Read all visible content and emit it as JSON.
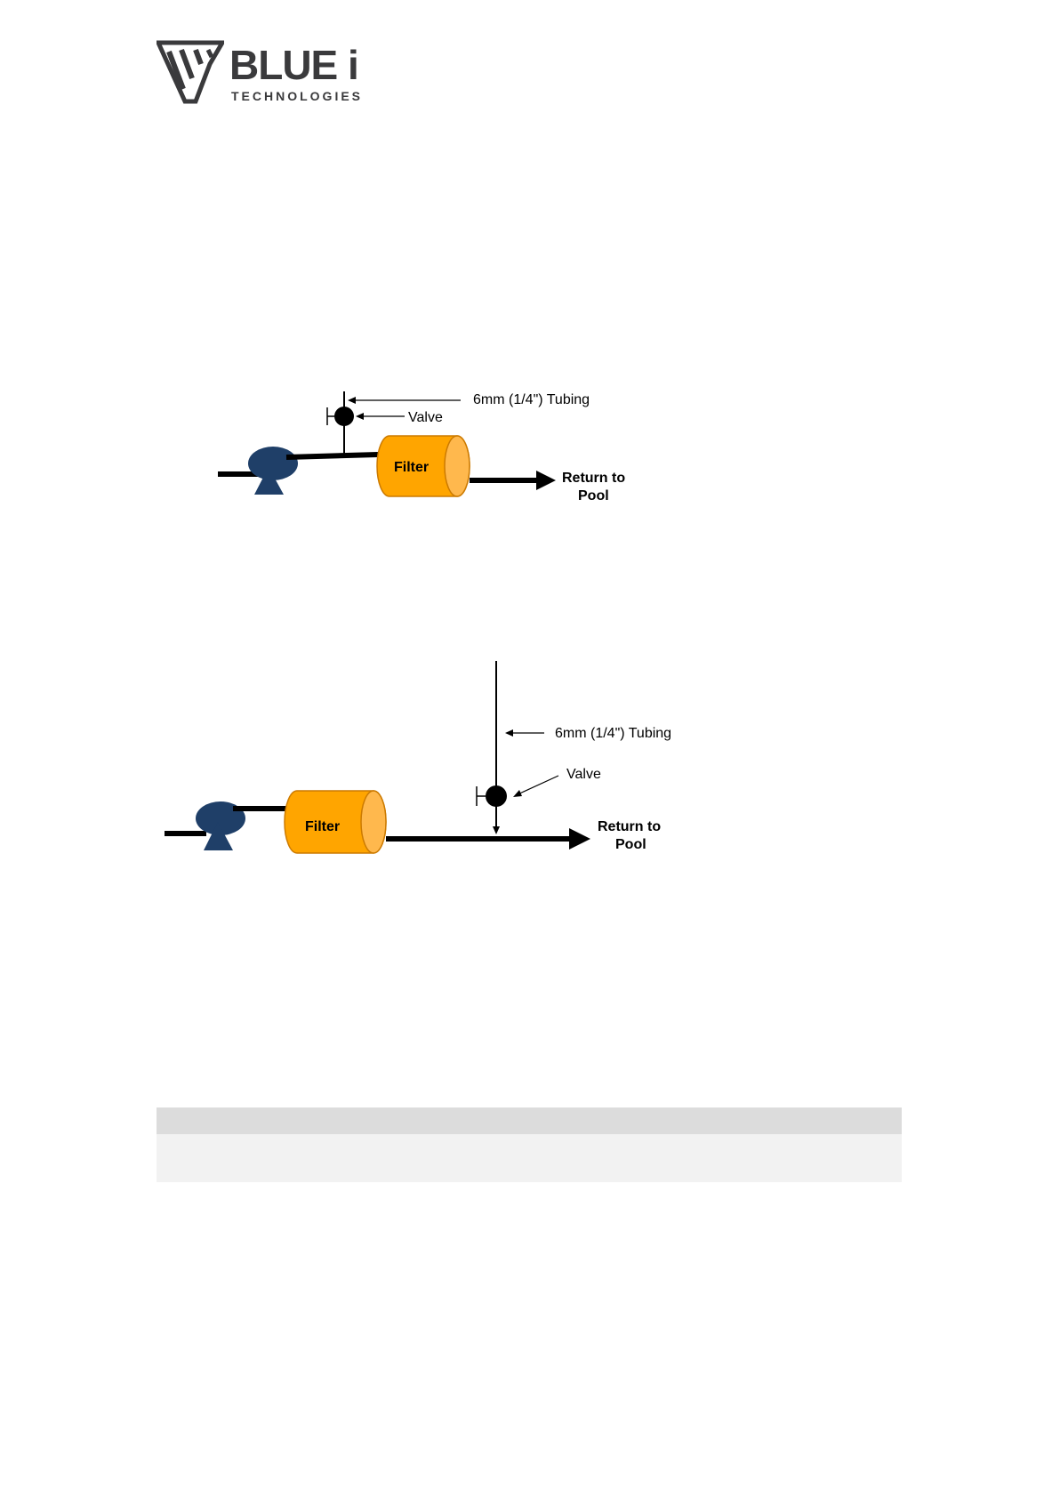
{
  "logo": {
    "wordmark": "BLUE i",
    "tagline": "TECHNOLOGIES"
  },
  "diagrams": [
    {
      "tubing_label": "6mm (1/4\") Tubing",
      "valve_label": "Valve",
      "filter_label": "Filter",
      "return_label_line1": "Return to",
      "return_label_line2": "Pool"
    },
    {
      "tubing_label": "6mm (1/4\") Tubing",
      "valve_label": "Valve",
      "filter_label": "Filter",
      "return_label_line1": "Return to",
      "return_label_line2": "Pool"
    }
  ],
  "colors": {
    "pump": "#1f3f68",
    "filter_fill": "#ffa500",
    "filter_end": "#ffb84d",
    "pipe": "#000000",
    "table_header": "#dcdcdc",
    "table_body": "#f2f2f2",
    "logo_gray": "#3a3a3c"
  }
}
